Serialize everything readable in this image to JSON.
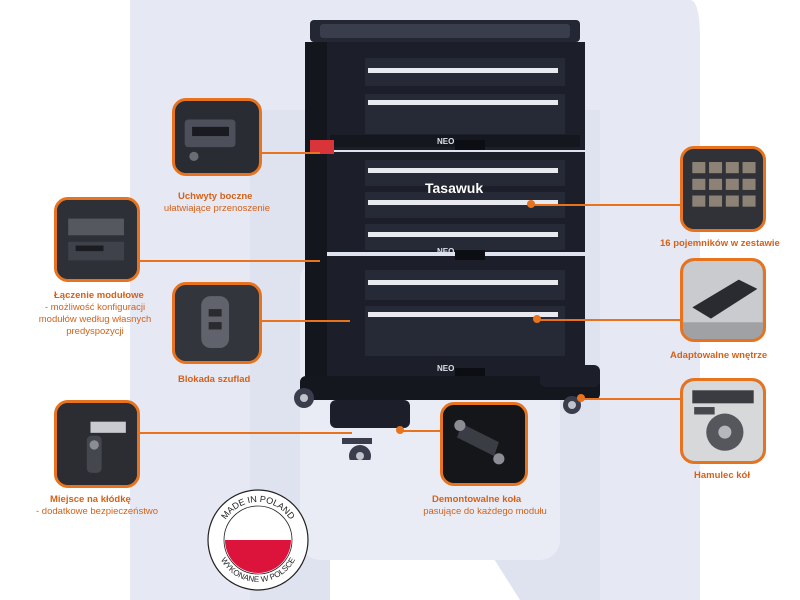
{
  "overlay_label": "Tasawuk",
  "brand_plate": "NEO",
  "features": {
    "side_handles": {
      "title": "Uchwyty boczne",
      "subtitle": "ułatwiające przenoszenie"
    },
    "module_connection": {
      "title": "Łączenie modułowe",
      "subtitle": "- możliwość konfiguracji modułów według własnych predyspozycji"
    },
    "drawer_lock": {
      "title": "Blokada szuflad"
    },
    "padlock_place": {
      "title": "Miejsce na kłódkę",
      "subtitle": "- dodatkowe bezpieczeństwo"
    },
    "containers": {
      "title": "16 pojemników w zestawie"
    },
    "adaptable_interior": {
      "title": "Adaptowalne wnętrze"
    },
    "wheel_brake": {
      "title": "Hamulec kół"
    },
    "removable_wheels": {
      "title": "Demontowalne koła",
      "subtitle": "pasujące do każdego modułu"
    }
  },
  "badge": {
    "top_text": "MADE IN POLAND",
    "bottom_text": "WYKONANE W POLSCE",
    "colors": {
      "white": "#ffffff",
      "red": "#dc143c"
    }
  },
  "colors": {
    "accent": "#e8731f",
    "caption": "#d4611a",
    "logo_bg": "#e6e9f3",
    "chest": "#1c1f2a"
  }
}
